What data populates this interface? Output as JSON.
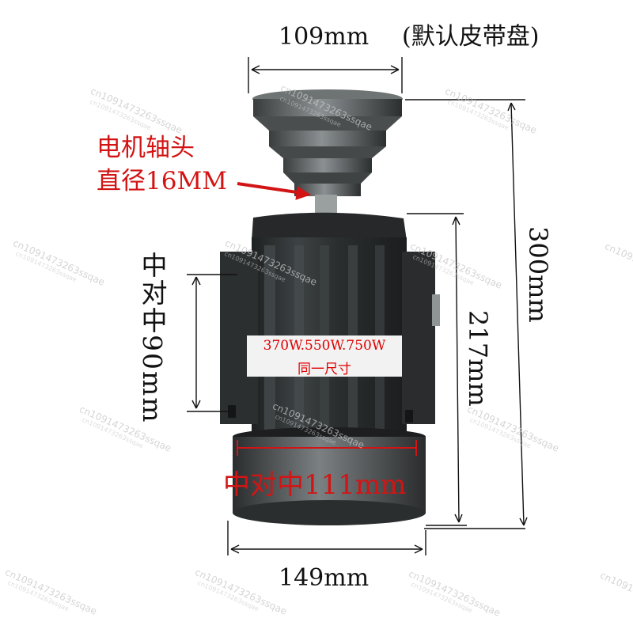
{
  "dimensions": {
    "pulley_width": "109mm",
    "pulley_note": "(默认皮带盘)",
    "total_height": "300mm",
    "body_height": "217mm",
    "base_width": "149mm",
    "side_mount": "中对中90mm",
    "bottom_mount": "中对中111mm"
  },
  "shaft": {
    "line1": "电机轴头",
    "line2": "直径16MM"
  },
  "spec": {
    "power": "370W.550W.750W",
    "note": "同一尺寸"
  },
  "watermark": "cn1091473263ssqae",
  "colors": {
    "motor_body": "#2f3233",
    "motor_highlight": "#6a7072",
    "annotation_red": "#d31414",
    "dimension_line": "#111111"
  }
}
